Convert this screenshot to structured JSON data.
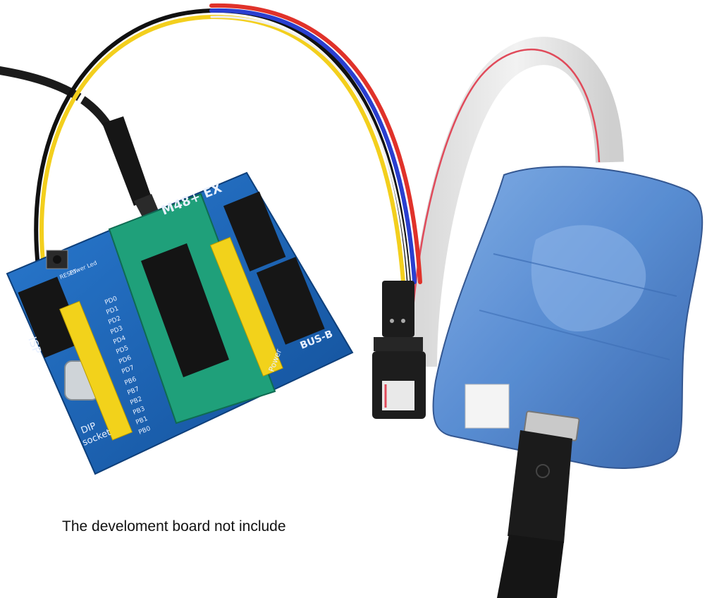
{
  "caption": "The develoment board not include",
  "board": {
    "model": "M48+ EX",
    "isp_label": "ISP",
    "reset_label": "RESET",
    "power_led_label": "Power Led",
    "bus_label": "BUS-B",
    "power_label": "Power",
    "socket_label_1": "DIP",
    "socket_label_2": "socket",
    "port_labels": [
      "PD0",
      "PD1",
      "PD2",
      "PD3",
      "PD4",
      "PD5",
      "PD6",
      "PD7",
      "PB6",
      "PB7",
      "PB2",
      "PB3",
      "PB1",
      "PB0"
    ]
  },
  "colors": {
    "pcb": "#1a66b8",
    "zif_socket": "#1fa07a",
    "programmer_case": "#5b8fd2",
    "header_pins": "#f2d21b"
  }
}
